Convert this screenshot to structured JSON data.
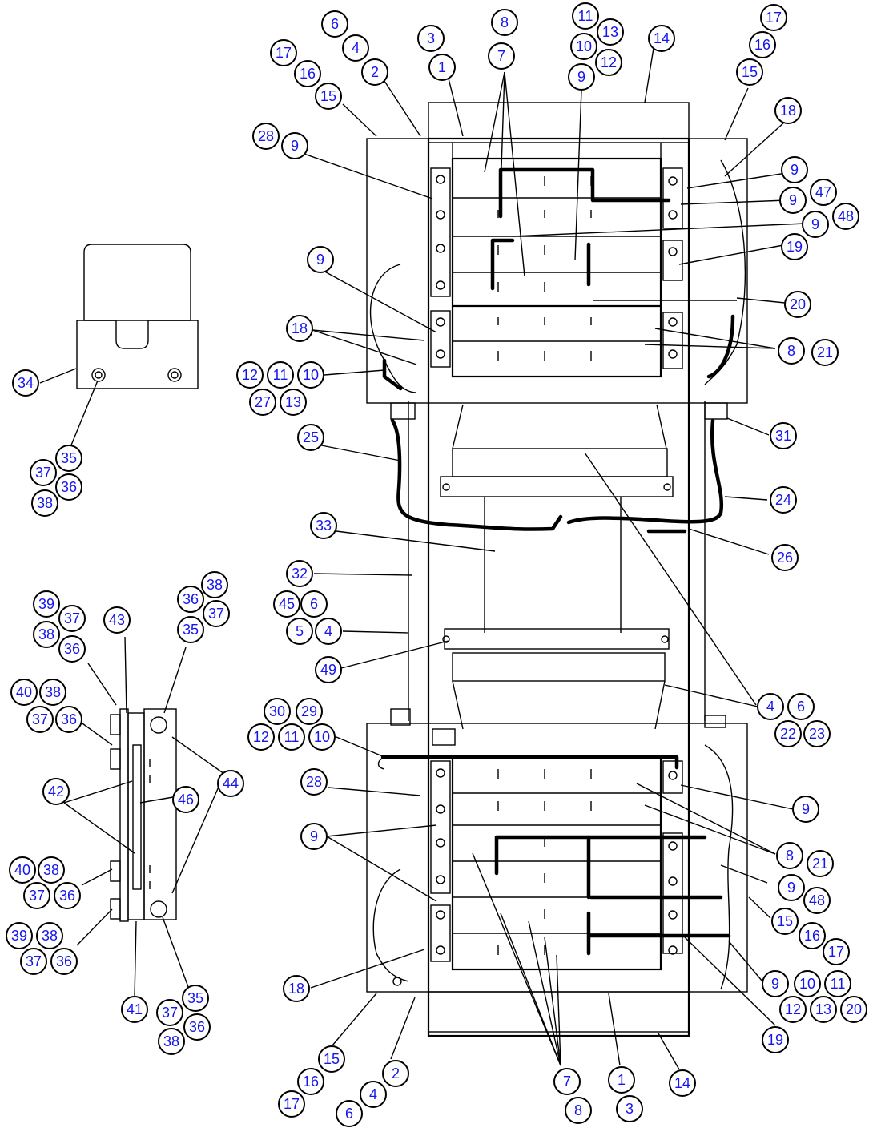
{
  "callouts": [
    {
      "label": "6"
    },
    {
      "label": "4"
    },
    {
      "label": "2"
    },
    {
      "label": "3"
    },
    {
      "label": "1"
    },
    {
      "label": "8"
    },
    {
      "label": "7"
    },
    {
      "label": "11"
    },
    {
      "label": "13"
    },
    {
      "label": "10"
    },
    {
      "label": "12"
    },
    {
      "label": "9"
    },
    {
      "label": "14"
    },
    {
      "label": "17"
    },
    {
      "label": "16"
    },
    {
      "label": "15"
    },
    {
      "label": "17"
    },
    {
      "label": "16"
    },
    {
      "label": "15"
    },
    {
      "label": "28"
    },
    {
      "label": "9"
    },
    {
      "label": "18"
    },
    {
      "label": "9"
    },
    {
      "label": "9"
    },
    {
      "label": "47"
    },
    {
      "label": "9"
    },
    {
      "label": "48"
    },
    {
      "label": "19"
    },
    {
      "label": "20"
    },
    {
      "label": "9"
    },
    {
      "label": "18"
    },
    {
      "label": "8"
    },
    {
      "label": "21"
    },
    {
      "label": "12"
    },
    {
      "label": "11"
    },
    {
      "label": "10"
    },
    {
      "label": "27"
    },
    {
      "label": "13"
    },
    {
      "label": "34"
    },
    {
      "label": "35"
    },
    {
      "label": "37"
    },
    {
      "label": "36"
    },
    {
      "label": "38"
    },
    {
      "label": "25"
    },
    {
      "label": "31"
    },
    {
      "label": "24"
    },
    {
      "label": "33"
    },
    {
      "label": "26"
    },
    {
      "label": "32"
    },
    {
      "label": "45"
    },
    {
      "label": "6"
    },
    {
      "label": "5"
    },
    {
      "label": "4"
    },
    {
      "label": "49"
    },
    {
      "label": "39"
    },
    {
      "label": "37"
    },
    {
      "label": "38"
    },
    {
      "label": "36"
    },
    {
      "label": "43"
    },
    {
      "label": "36"
    },
    {
      "label": "38"
    },
    {
      "label": "37"
    },
    {
      "label": "35"
    },
    {
      "label": "40"
    },
    {
      "label": "38"
    },
    {
      "label": "37"
    },
    {
      "label": "36"
    },
    {
      "label": "44"
    },
    {
      "label": "42"
    },
    {
      "label": "46"
    },
    {
      "label": "40"
    },
    {
      "label": "38"
    },
    {
      "label": "37"
    },
    {
      "label": "36"
    },
    {
      "label": "39"
    },
    {
      "label": "38"
    },
    {
      "label": "37"
    },
    {
      "label": "36"
    },
    {
      "label": "41"
    },
    {
      "label": "35"
    },
    {
      "label": "37"
    },
    {
      "label": "36"
    },
    {
      "label": "38"
    },
    {
      "label": "30"
    },
    {
      "label": "29"
    },
    {
      "label": "12"
    },
    {
      "label": "11"
    },
    {
      "label": "10"
    },
    {
      "label": "4"
    },
    {
      "label": "6"
    },
    {
      "label": "22"
    },
    {
      "label": "23"
    },
    {
      "label": "28"
    },
    {
      "label": "9"
    },
    {
      "label": "9"
    },
    {
      "label": "8"
    },
    {
      "label": "21"
    },
    {
      "label": "9"
    },
    {
      "label": "48"
    },
    {
      "label": "15"
    },
    {
      "label": "16"
    },
    {
      "label": "17"
    },
    {
      "label": "18"
    },
    {
      "label": "9"
    },
    {
      "label": "10"
    },
    {
      "label": "11"
    },
    {
      "label": "12"
    },
    {
      "label": "13"
    },
    {
      "label": "20"
    },
    {
      "label": "19"
    },
    {
      "label": "15"
    },
    {
      "label": "2"
    },
    {
      "label": "16"
    },
    {
      "label": "4"
    },
    {
      "label": "17"
    },
    {
      "label": "6"
    },
    {
      "label": "7"
    },
    {
      "label": "8"
    },
    {
      "label": "1"
    },
    {
      "label": "3"
    },
    {
      "label": "14"
    }
  ]
}
